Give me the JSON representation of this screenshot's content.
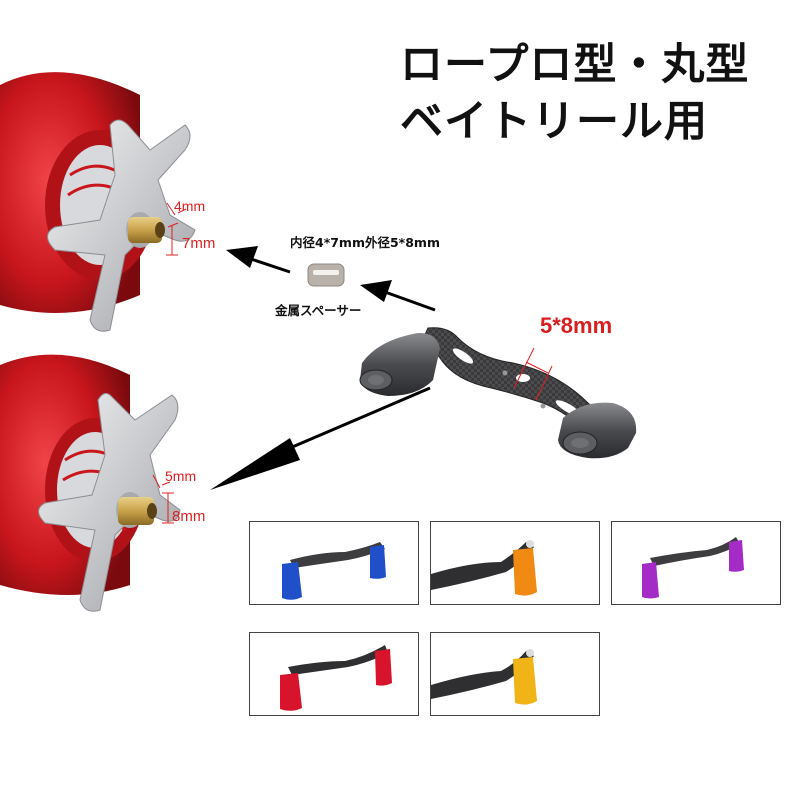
{
  "title": {
    "line1": "ロープロ型・丸型",
    "line2": "ベイトリール用"
  },
  "spacer": {
    "spec": "内径4*7mm外径5*8mm",
    "label": "金属スペーサー"
  },
  "reel_top": {
    "dim_a": "4mm",
    "dim_b": "7mm"
  },
  "reel_bottom": {
    "dim_a": "5mm",
    "dim_b": "8mm"
  },
  "handle": {
    "dim": "5*8mm"
  },
  "variants": [
    {
      "name": "blue",
      "color": "#1f4fc9"
    },
    {
      "name": "orange",
      "color": "#f08a12"
    },
    {
      "name": "purple",
      "color": "#a52bc7"
    },
    {
      "name": "red",
      "color": "#d8142c"
    },
    {
      "name": "gold",
      "color": "#f0b416"
    }
  ],
  "colors": {
    "reel_red": "#c8161c",
    "dim_red": "#e02020",
    "brass": "#c9a24a",
    "silver": "#d6d7da",
    "carbon": "#3a3a3c"
  }
}
